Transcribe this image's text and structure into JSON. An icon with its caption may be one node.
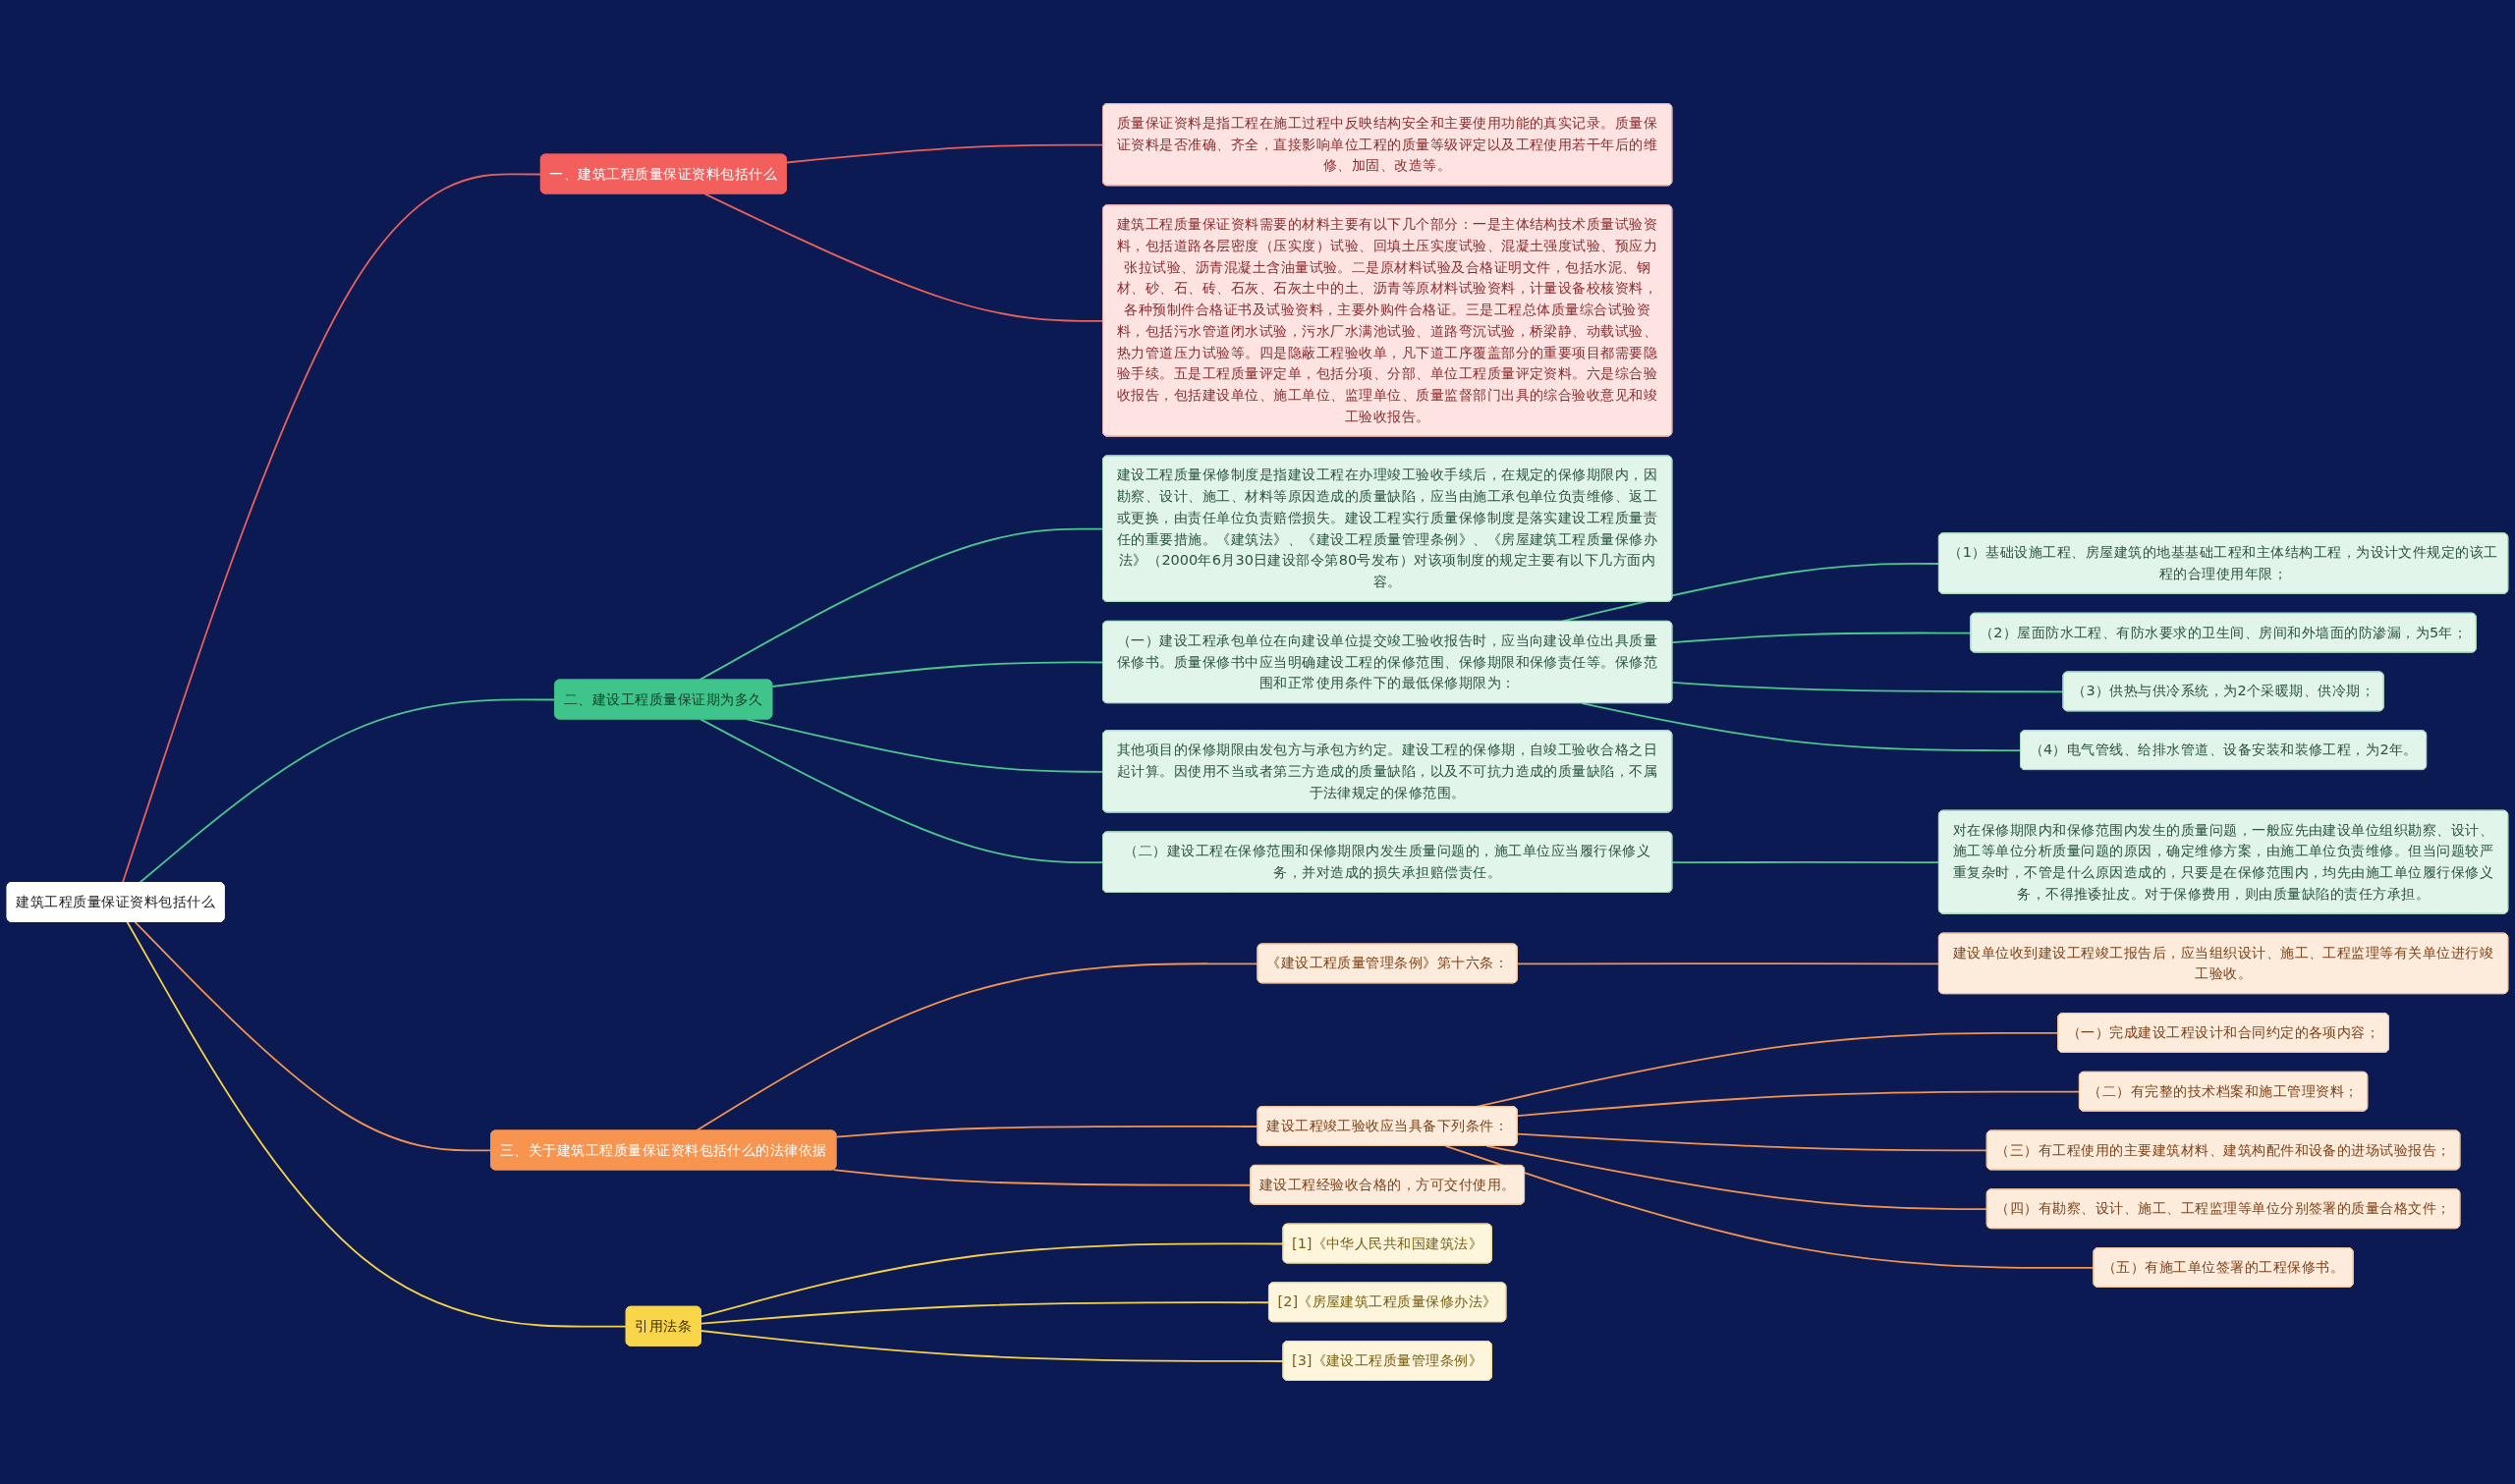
{
  "diagram": {
    "nodes": [
      {
        "text": [
          "建筑工程质量保证资料包括什么"
        ]
      },
      {
        "text": [
          "一、建筑工程质量保证资料包括什么"
        ]
      },
      {
        "text": [
          "质量保证资料是指工程在施工过程中反映结构安全和主要使用功能的真实记录。质量保证资料是否准确、齐全，直接影响单位工程的质量等级评定以及工程使用若干年后的维修、加固、改造等。"
        ]
      },
      {
        "text": [
          "建筑工程质量保证资料需要的材料主要有以下几个部分：一是主体结构技术质量试验资料，包括道路各层密度（压实度）试验、回填土压实度试验、混凝土强度试验、预应力张拉试验、沥青混凝土含油量试验。二是原材料试验及合格证明文件，包括水泥、钢材、砂、石、砖、石灰、石灰土中的土、沥青等原材料试验资料，计量设备校核资料，各种预制件合格证书及试验资料，主要外购件合格证。三是工程总体质量综合试验资料，包括污水管道闭水试验，污水厂水满池试验、道路弯沉试验，桥梁静、动载试验、热力管道压力试验等。四是隐蔽工程验收单，凡下道工序覆盖部分的重要项目都需要隐验手续。五是工程质量评定单，包括分项、分部、单位工程质量评定资料。六是综合验收报告，包括建设单位、施工单位、监理单位、质量监督部门出具的综合验收意见和竣工验收报告。"
        ]
      },
      {
        "text": [
          "二、建设工程质量保证期为多久"
        ]
      },
      {
        "text": [
          "建设工程质量保修制度是指建设工程在办理竣工验收手续后，在规定的保修期限内，因勘察、设计、施工、材料等原因造成的质量缺陷，应当由施工承包单位负责维修、返工或更换，由责任单位负责赔偿损失。建设工程实行质量保修制度是落实建设工程质量责任的重要措施。《建筑法》、《建设工程质量管理条例》、《房屋建筑工程质量保修办法》（2000年6月30日建设部令第80号发布）对该项制度的规定主要有以下几方面内容。"
        ]
      },
      {
        "text": [
          "（一）建设工程承包单位在向建设单位提交竣工验收报告时，应当向建设单位出具质量保修书。质量保修书中应当明确建设工程的保修范围、保修期限和保修责任等。保修范围和正常使用条件下的最低保修期限为："
        ]
      },
      {
        "text": [
          "（1）基础设施工程、房屋建筑的地基基础工程和主体结构工程，为设计文件规定的该工程的合理使用年限；"
        ]
      },
      {
        "text": [
          "（2）屋面防水工程、有防水要求的卫生间、房间和外墙面的防渗漏，为5年；"
        ]
      },
      {
        "text": [
          "（3）供热与供冷系统，为2个采暖期、供冷期；"
        ]
      },
      {
        "text": [
          "（4）电气管线、给排水管道、设备安装和装修工程，为2年。"
        ]
      },
      {
        "text": [
          "其他项目的保修期限由发包方与承包方约定。建设工程的保修期，自竣工验收合格之日起计算。因使用不当或者第三方造成的质量缺陷，以及不可抗力造成的质量缺陷，不属于法律规定的保修范围。"
        ]
      },
      {
        "text": [
          "（二）建设工程在保修范围和保修期限内发生质量问题的，施工单位应当履行保修义务，并对造成的损失承担赔偿责任。"
        ]
      },
      {
        "text": [
          "对在保修期限内和保修范围内发生的质量问题，一般应先由建设单位组织勘察、设计、施工等单位分析质量问题的原因，确定维修方案，由施工单位负责维修。但当问题较严重复杂时，不管是什么原因造成的，只要是在保修范围内，均先由施工单位履行保修义务，不得推诿扯皮。对于保修费用，则由质量缺陷的责任方承担。"
        ]
      },
      {
        "text": [
          "三、关于建筑工程质量保证资料包括什么的法律依据"
        ]
      },
      {
        "text": [
          "《建设工程质量管理条例》第十六条："
        ]
      },
      {
        "text": [
          "建设单位收到建设工程竣工报告后，应当组织设计、施工、工程监理等有关单位进行竣工验收。"
        ]
      },
      {
        "text": [
          "建设工程竣工验收应当具备下列条件："
        ]
      },
      {
        "text": [
          "（一）完成建设工程设计和合同约定的各项内容；"
        ]
      },
      {
        "text": [
          "（二）有完整的技术档案和施工管理资料；"
        ]
      },
      {
        "text": [
          "（三）有工程使用的主要建筑材料、建筑构配件和设备的进场试验报告；"
        ]
      },
      {
        "text": [
          "（四）有勘察、设计、施工、工程监理等单位分别签署的质量合格文件；"
        ]
      },
      {
        "text": [
          "（五）有施工单位签署的工程保修书。"
        ]
      },
      {
        "text": [
          "建设工程经验收合格的，方可交付使用。"
        ]
      },
      {
        "text": [
          "引用法条"
        ]
      },
      {
        "text": [
          "[1]《中华人民共和国建筑法》"
        ]
      },
      {
        "text": [
          "[2]《房屋建筑工程质量保修办法》"
        ]
      },
      {
        "text": [
          "[3]《建设工程质量管理条例》"
        ]
      }
    ],
    "edges": [
      {
        "from": 0,
        "to": 1,
        "arrow": "none",
        "color": "#e8605c"
      },
      {
        "from": 1,
        "to": 2,
        "arrow": "none",
        "color": "#e8605c"
      },
      {
        "from": 1,
        "to": 3,
        "arrow": "none",
        "color": "#e8605c"
      },
      {
        "from": 0,
        "to": 4,
        "arrow": "none",
        "color": "#4cc58f"
      },
      {
        "from": 4,
        "to": 5,
        "arrow": "none",
        "color": "#4cc58f"
      },
      {
        "from": 4,
        "to": 6,
        "arrow": "none",
        "color": "#4cc58f"
      },
      {
        "from": 6,
        "to": 7,
        "arrow": "none",
        "color": "#4cc58f"
      },
      {
        "from": 6,
        "to": 8,
        "arrow": "none",
        "color": "#4cc58f"
      },
      {
        "from": 6,
        "to": 9,
        "arrow": "none",
        "color": "#4cc58f"
      },
      {
        "from": 6,
        "to": 10,
        "arrow": "none",
        "color": "#4cc58f"
      },
      {
        "from": 4,
        "to": 11,
        "arrow": "none",
        "color": "#4cc58f"
      },
      {
        "from": 4,
        "to": 12,
        "arrow": "none",
        "color": "#4cc58f"
      },
      {
        "from": 12,
        "to": 13,
        "arrow": "none",
        "color": "#4cc58f"
      },
      {
        "from": 0,
        "to": 14,
        "arrow": "none",
        "color": "#f2934f"
      },
      {
        "from": 14,
        "to": 15,
        "arrow": "none",
        "color": "#f2934f"
      },
      {
        "from": 15,
        "to": 16,
        "arrow": "none",
        "color": "#f2934f"
      },
      {
        "from": 14,
        "to": 17,
        "arrow": "none",
        "color": "#f2934f"
      },
      {
        "from": 17,
        "to": 18,
        "arrow": "none",
        "color": "#f2934f"
      },
      {
        "from": 17,
        "to": 19,
        "arrow": "none",
        "color": "#f2934f"
      },
      {
        "from": 17,
        "to": 20,
        "arrow": "none",
        "color": "#f2934f"
      },
      {
        "from": 17,
        "to": 21,
        "arrow": "none",
        "color": "#f2934f"
      },
      {
        "from": 17,
        "to": 22,
        "arrow": "none",
        "color": "#f2934f"
      },
      {
        "from": 14,
        "to": 23,
        "arrow": "none",
        "color": "#f2934f"
      },
      {
        "from": 0,
        "to": 24,
        "arrow": "none",
        "color": "#f5d04a"
      },
      {
        "from": 24,
        "to": 25,
        "arrow": "none",
        "color": "#f5d04a"
      },
      {
        "from": 24,
        "to": 26,
        "arrow": "none",
        "color": "#f5d04a"
      },
      {
        "from": 24,
        "to": 27,
        "arrow": "none",
        "color": "#f5d04a"
      }
    ]
  }
}
